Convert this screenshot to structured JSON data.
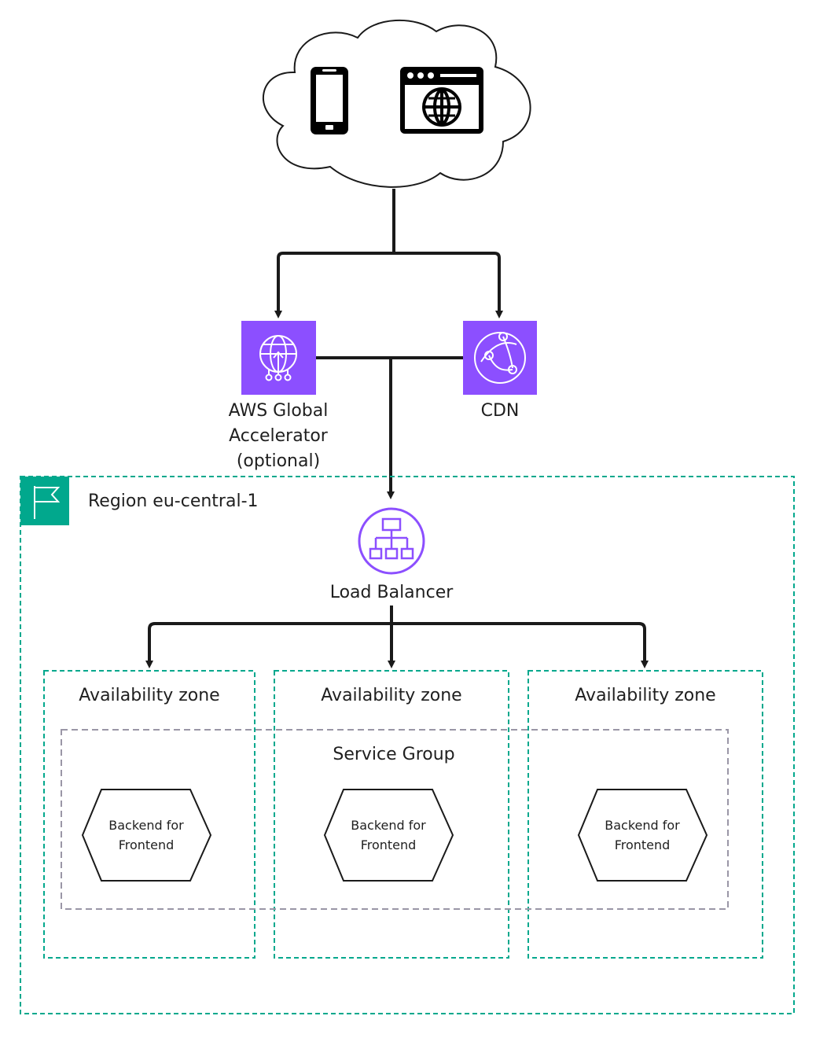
{
  "diagram": {
    "nodes": {
      "global_accelerator": {
        "label_line1": "AWS Global",
        "label_line2": "Accelerator",
        "label_line3": "(optional)"
      },
      "cdn": {
        "label": "CDN"
      },
      "load_balancer": {
        "label": "Load Balancer"
      },
      "region": {
        "label": "Region eu-central-1"
      },
      "service_group": {
        "label": "Service Group"
      },
      "availability_zones": [
        {
          "label": "Availability zone"
        },
        {
          "label": "Availability zone"
        },
        {
          "label": "Availability zone"
        }
      ],
      "backends": [
        {
          "line1": "Backend for",
          "line2": "Frontend"
        },
        {
          "line1": "Backend for",
          "line2": "Frontend"
        },
        {
          "line1": "Backend for",
          "line2": "Frontend"
        }
      ]
    },
    "colors": {
      "aws_purple": "#8c4fff",
      "region_green": "#01a88d",
      "group_gray": "#9a96a6",
      "line": "#1a1a1a"
    },
    "icons": {
      "client_mobile": "mobile-phone-icon",
      "client_web": "browser-globe-icon",
      "global_accelerator": "global-accelerator-icon",
      "cdn": "cloudfront-icon",
      "load_balancer": "elastic-load-balancer-icon",
      "region": "region-flag-icon"
    }
  }
}
